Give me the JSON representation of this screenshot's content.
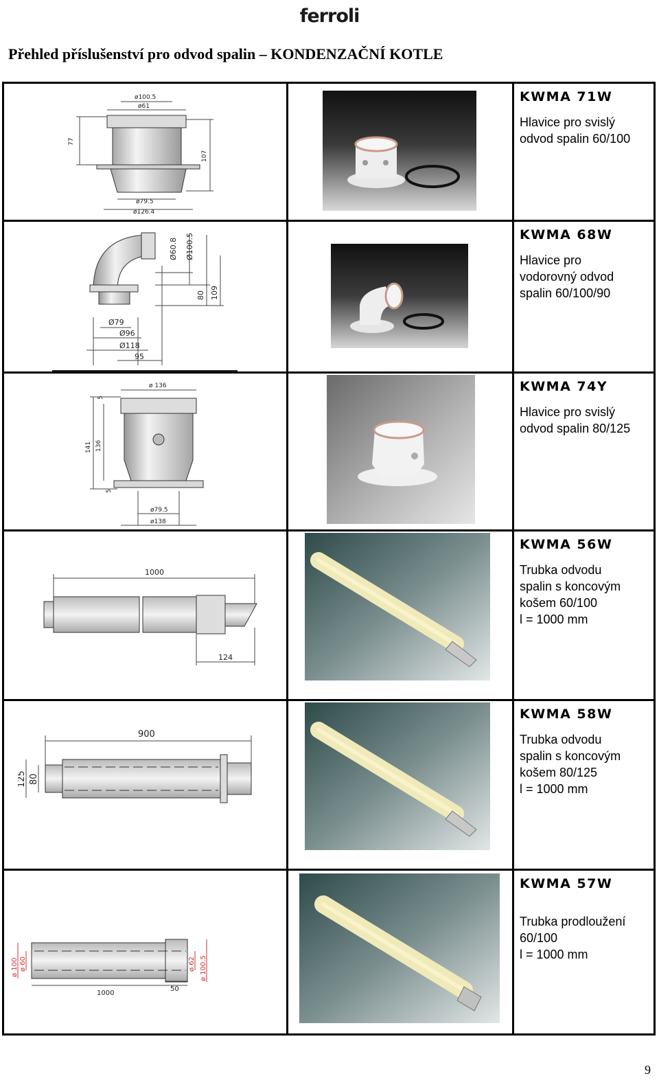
{
  "brand": "ferroli",
  "page_title": "Přehled příslušenství pro odvod spalin – KONDENZAČNÍ KOTLE",
  "page_number": "9",
  "products": [
    {
      "code": "KWMA 71W",
      "desc": [
        "Hlavice pro svislý",
        "odvod spalin 60/100"
      ],
      "dims": [
        "ø100.5",
        "ø61",
        "77",
        "107",
        "ø79.5",
        "ø126.4"
      ]
    },
    {
      "code": "KWMA 68W",
      "desc": [
        "Hlavice pro",
        "vodorovný odvod",
        "spalin 60/100/90"
      ],
      "dims": [
        "Ø60.8",
        "Ø100.5",
        "80",
        "109",
        "Ø79",
        "Ø96",
        "Ø118",
        "95"
      ]
    },
    {
      "code": "KWMA 74Y",
      "desc": [
        "Hlavice pro svislý",
        "odvod spalin 80/125"
      ],
      "dims": [
        "ø 136",
        "5",
        "141",
        "136",
        "5",
        "ø79.5",
        "ø138"
      ]
    },
    {
      "code": "KWMA 56W",
      "desc": [
        "Trubka odvodu",
        "spalin s koncovým",
        "košem 60/100",
        " l = 1000 mm"
      ],
      "dims": [
        "1000",
        "124"
      ]
    },
    {
      "code": "KWMA 58W",
      "desc": [
        "Trubka odvodu",
        "spalin s koncovým",
        "košem 80/125",
        " l = 1000 mm"
      ],
      "dims": [
        "900",
        "125",
        "80"
      ]
    },
    {
      "code": "KWMA 57W",
      "desc": [
        "Trubka prodloužení",
        "60/100",
        "l = 1000 mm"
      ],
      "dims": [
        "ø 100",
        "ø 60",
        "ø 62",
        "ø 100.5",
        "1000",
        "50"
      ]
    }
  ],
  "colors": {
    "border": "#000000",
    "dim_red": "#d23030",
    "pipe_cream": "#f0eaba"
  }
}
